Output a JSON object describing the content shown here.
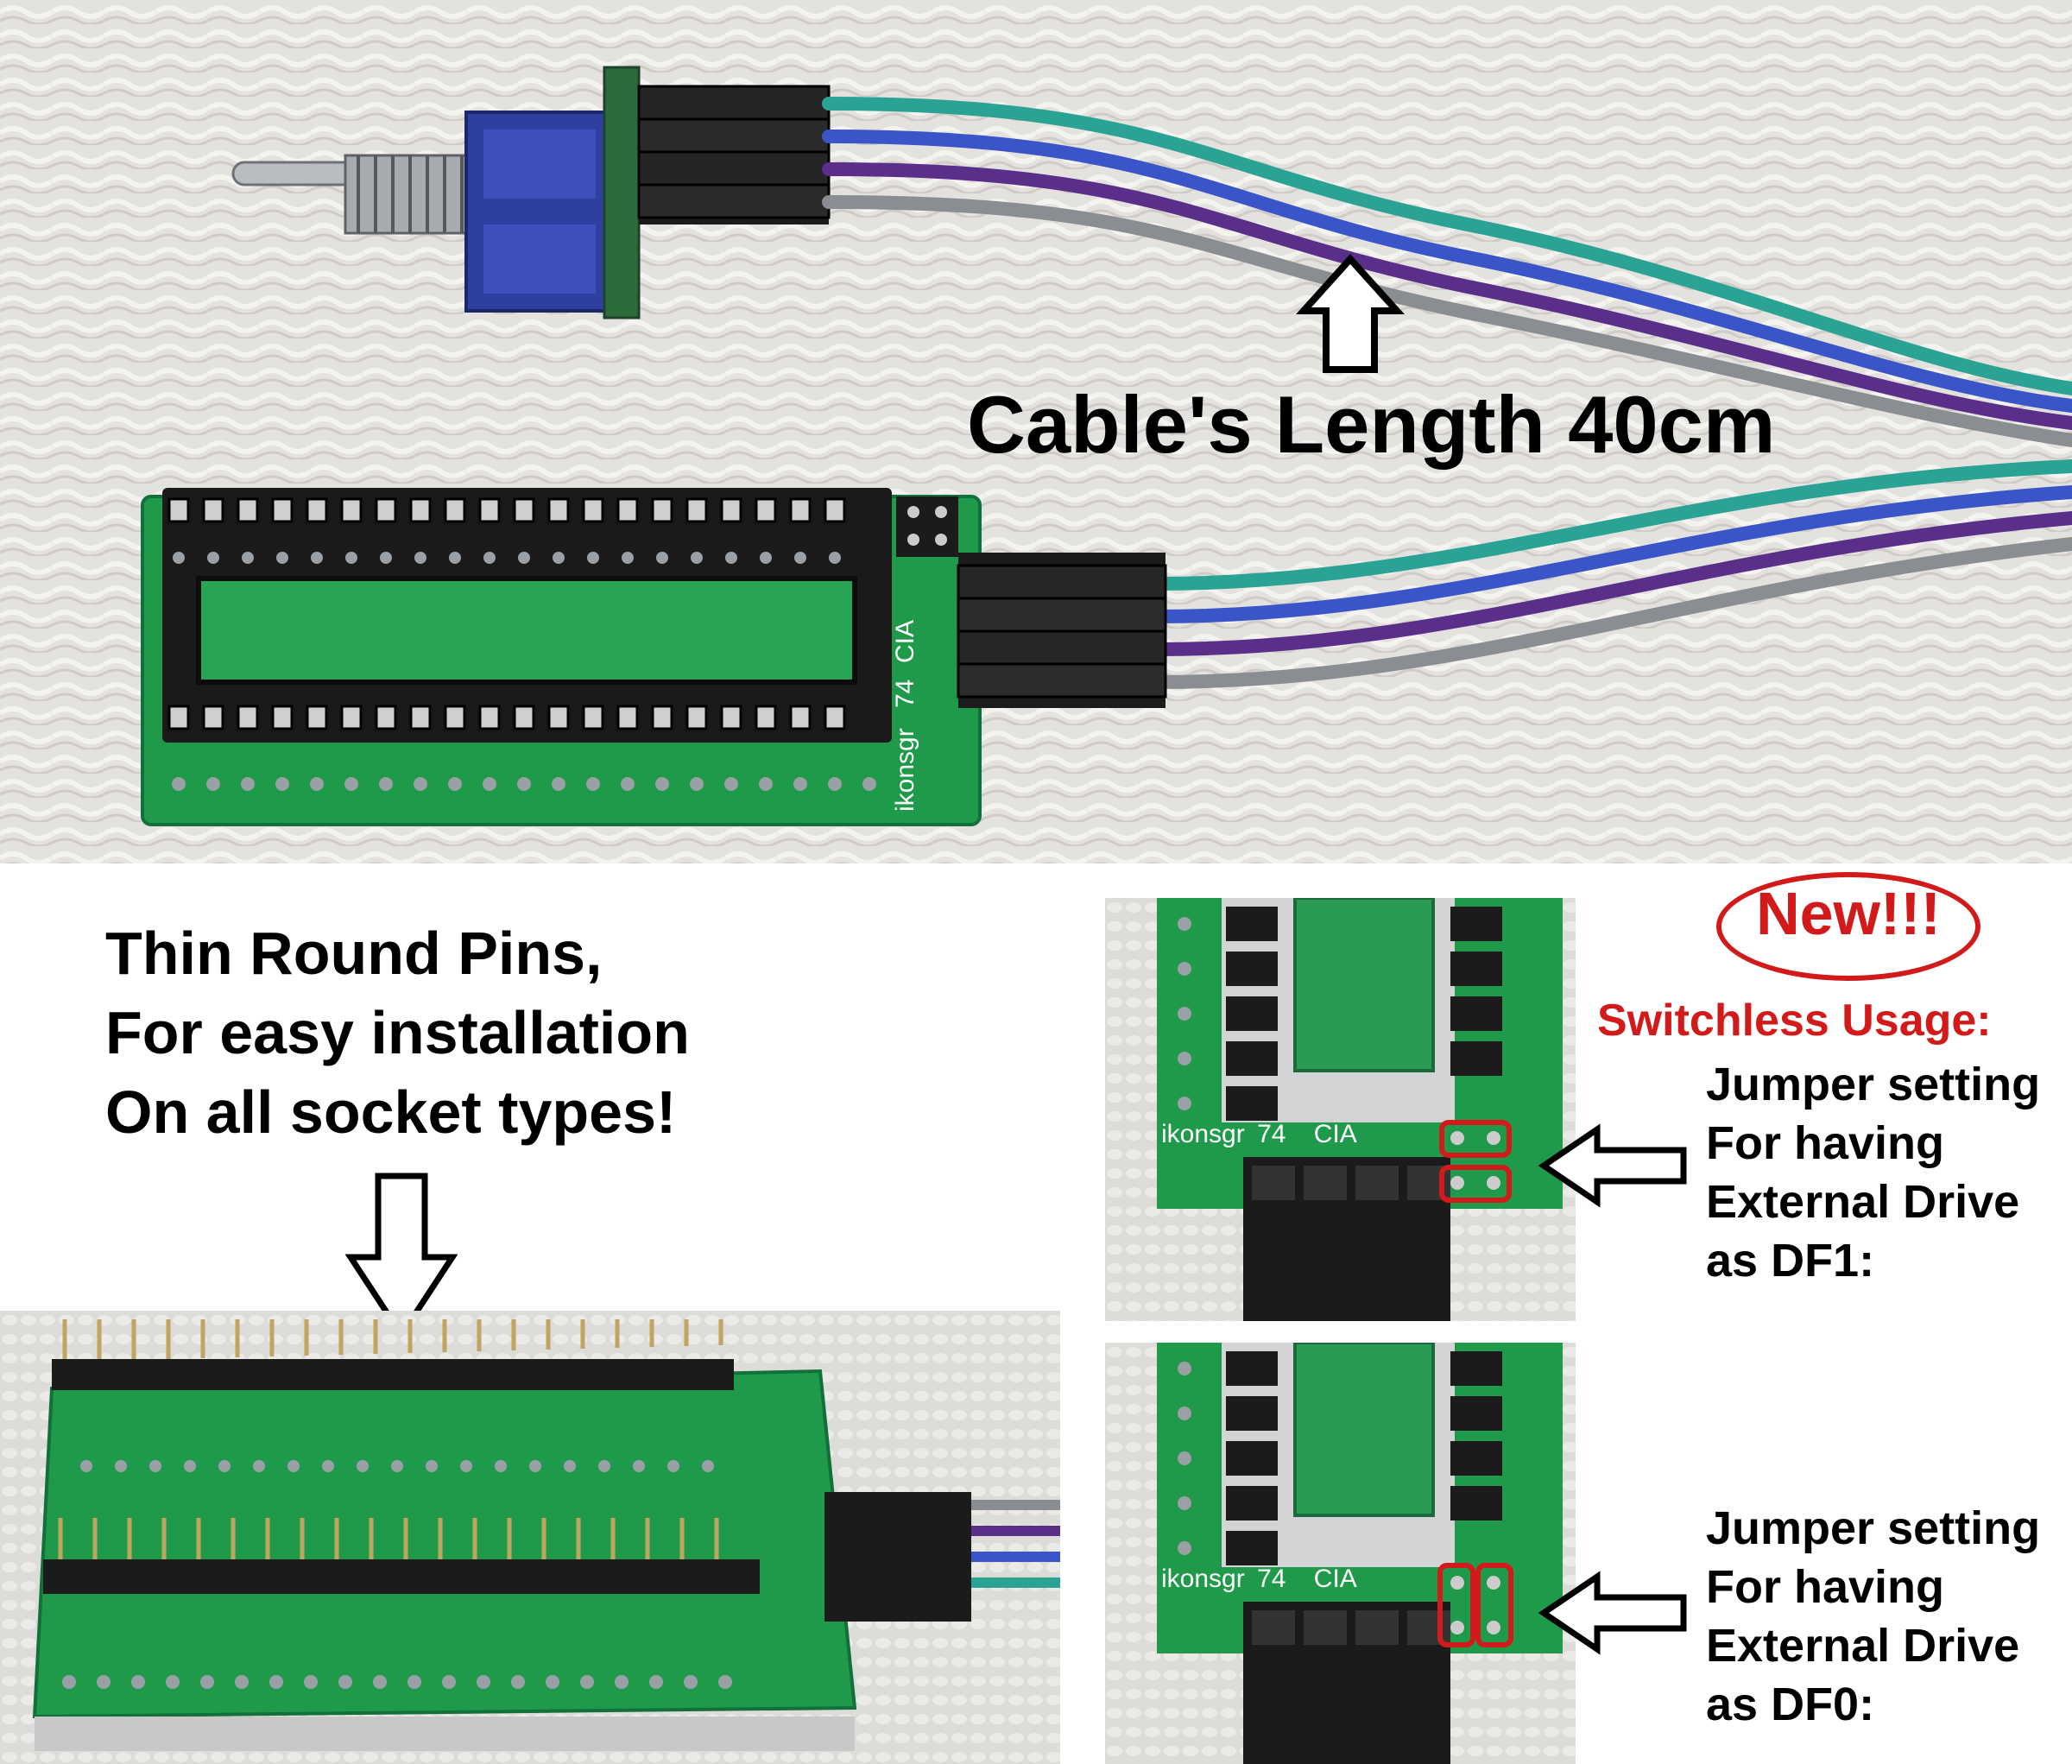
{
  "top_photo": {
    "caption": "Cable's Length 40cm",
    "pcb_silkscreen": {
      "maker": "ikonsgr",
      "rev": "74",
      "chip": "CIA"
    }
  },
  "pins_photo": {
    "caption_lines": [
      "Thin Round Pins,",
      "For easy installation",
      "On all socket types!"
    ]
  },
  "switchless_panel": {
    "badge": "New!!!",
    "heading": "Switchless Usage:",
    "df1_lines": [
      "Jumper setting",
      "For having",
      "External Drive",
      "as DF1:"
    ],
    "df0_lines": [
      "Jumper setting",
      "For having",
      "External Drive",
      "as DF0:"
    ],
    "pcb_silkscreen": {
      "maker": "ikonsgr",
      "rev": "74",
      "chip": "CIA"
    }
  },
  "colors": {
    "pcb_green": "#1f9a4a",
    "wire_teal": "#2aa394",
    "wire_blue": "#3a55c8",
    "wire_purple": "#5a2f8a",
    "wire_grey": "#8a8d92",
    "highlight_red": "#d21a1a",
    "switch_blue": "#2f3fa0"
  }
}
